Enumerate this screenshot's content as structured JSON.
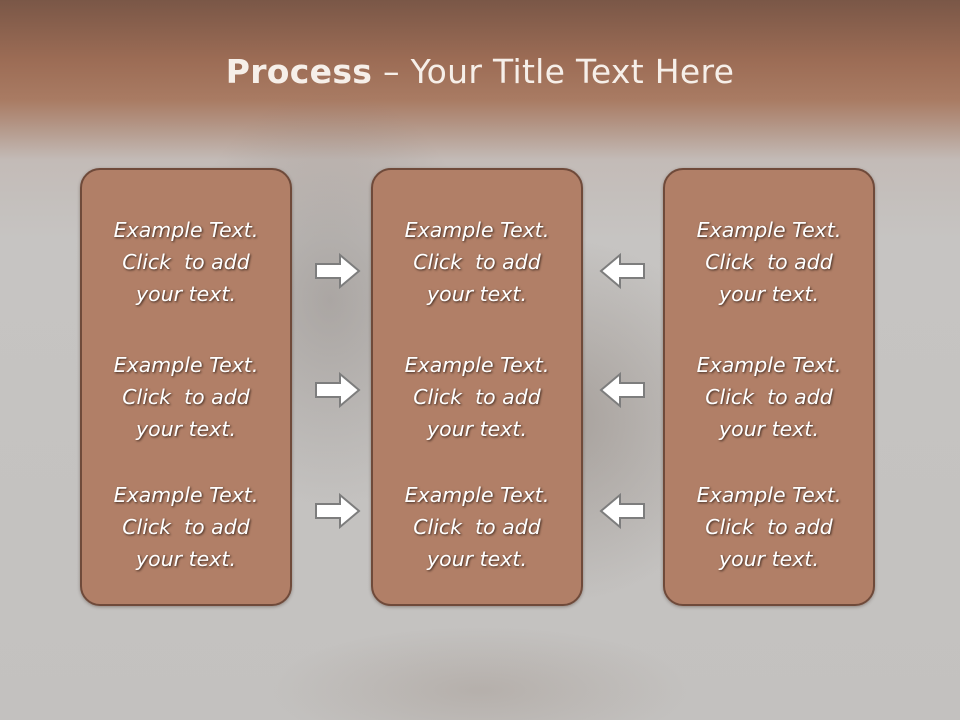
{
  "title": {
    "bold": "Process",
    "rest": " – Your Title Text Here"
  },
  "boxes": {
    "left": [
      {
        "line1": "Example Text.",
        "line2": "Click  to add",
        "line3": "your text."
      },
      {
        "line1": "Example Text.",
        "line2": "Click  to add",
        "line3": "your text."
      },
      {
        "line1": "Example Text.",
        "line2": "Click  to add",
        "line3": "your text."
      }
    ],
    "middle": [
      {
        "line1": "Example Text.",
        "line2": "Click  to add",
        "line3": "your text."
      },
      {
        "line1": "Example Text.",
        "line2": "Click  to add",
        "line3": "your text."
      },
      {
        "line1": "Example Text.",
        "line2": "Click  to add",
        "line3": "your text."
      }
    ],
    "right": [
      {
        "line1": "Example Text.",
        "line2": "Click  to add",
        "line3": "your text."
      },
      {
        "line1": "Example Text.",
        "line2": "Click  to add",
        "line3": "your text."
      },
      {
        "line1": "Example Text.",
        "line2": "Click  to add",
        "line3": "your text."
      }
    ]
  },
  "arrows": {
    "left_side": "right-arrow-icon",
    "right_side": "left-arrow-icon"
  },
  "colors": {
    "header": "#a97b63",
    "box_fill": "#b17f67",
    "box_border": "#6f4a3a",
    "background": "#c4c2c0",
    "text": "#ffffff"
  }
}
